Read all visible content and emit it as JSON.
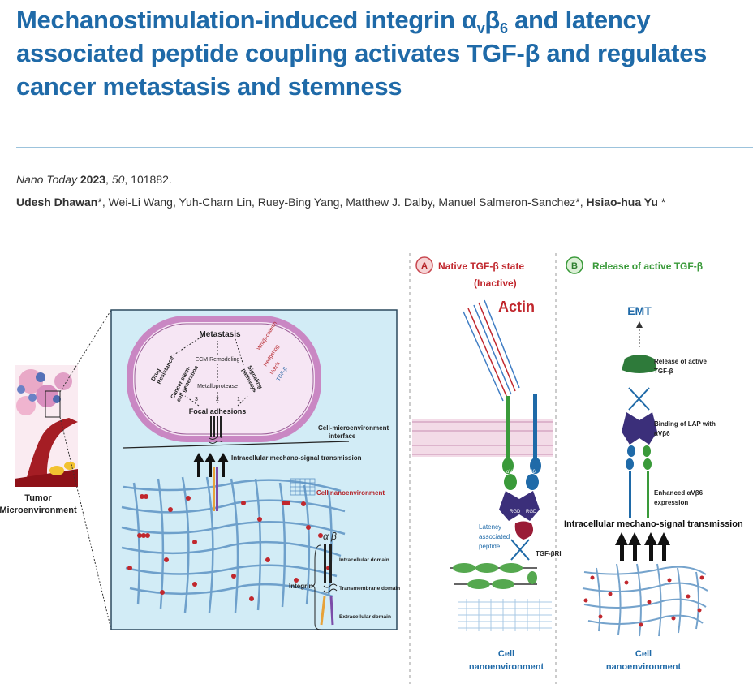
{
  "title": {
    "part1": "Mechanostimulation-induced integrin α",
    "sub_v": "v",
    "beta": "β",
    "sub_6": "6",
    "part2": " and latency associated peptide coupling activates TGF-β and regulates cancer metastasis and stemness"
  },
  "citation": {
    "journal": "Nano Today",
    "year": "2023",
    "volume": "50",
    "article": "101882."
  },
  "authors": [
    {
      "name": "Udesh Dhawan",
      "corresponding": true,
      "bold": true
    },
    {
      "name": "Wei-Li Wang",
      "corresponding": false,
      "bold": false
    },
    {
      "name": "Yuh-Charn Lin",
      "corresponding": false,
      "bold": false
    },
    {
      "name": "Ruey-Bing Yang",
      "corresponding": false,
      "bold": false
    },
    {
      "name": "Matthew J. Dalby",
      "corresponding": false,
      "bold": false
    },
    {
      "name": "Manuel Salmeron-Sanchez",
      "corresponding": true,
      "bold": false
    },
    {
      "name": "Hsiao-hua Yu",
      "corresponding": true,
      "bold": true
    }
  ],
  "figure": {
    "left_panel": {
      "tumor_label_1": "Tumor",
      "tumor_label_2": "Microenvironment",
      "metastasis": "Metastasis",
      "ecm_remodeling": "ECM Remodeling",
      "metalloprotease": "Metalloprotease",
      "drug_resistance_1": "Drug",
      "drug_resistance_2": "Resistance",
      "cancer_stem_1": "Cancer stem-",
      "cancer_stem_2": "cell generation",
      "signaling_1": "Signaling",
      "signaling_2": "pathways",
      "wnt": "Wnt/β-catenin",
      "hedgehog": "Hedgehog",
      "notch": "Notch",
      "tgfb": "TGF-β",
      "num_3": "3",
      "num_2": "2",
      "num_1": "1",
      "focal_adhesions": "Focal adhesions",
      "interface_1": "Cell-microenvironment",
      "interface_2": "interface",
      "mechano_signal": "Intracellular mechano-signal transmission",
      "cell_nanoenvironment": "Cell nanoenvironment",
      "alpha": "α",
      "beta": "β",
      "intracellular_domain": "Intracellular domain",
      "transmembrane_domain": "Transmembrane domain",
      "extracellular_domain": "Extracellular domain",
      "integrin": "Integrin"
    },
    "panel_a": {
      "badge": "A",
      "title_1": "Native TGF-β state",
      "title_2": "(Inactive)",
      "actin": "Actin",
      "av": "αV",
      "b6": "β6",
      "rgd_1": "RGD",
      "rgd_2": "RGD",
      "lap_1": "Latency",
      "lap_2": "associated",
      "lap_3": "peptide",
      "tgfbri": "TGF-βRI",
      "cell_1": "Cell",
      "cell_2": "nanoenvironment"
    },
    "panel_b": {
      "badge": "B",
      "title": "Release of active TGF-β",
      "emt": "EMT",
      "release_1": "Release of active",
      "release_2": "TGF-β",
      "binding_1": "Binding of LAP with",
      "binding_2": "αVβ6",
      "enhanced_1": "Enhanced αVβ6",
      "enhanced_2": "expression",
      "mechano_signal": "Intracellular mechano-signal transmission",
      "cell_1": "Cell",
      "cell_2": "nanoenvironment"
    }
  },
  "colors": {
    "title_blue": "#1f6aa8",
    "rule": "#9cc3dc",
    "panel_bg": "#d2ecf6",
    "cell_membrane": "#c987c3",
    "mesh_blue": "#5d93c4",
    "dot_red": "#c1272d",
    "green": "#3a9a3a",
    "purple": "#3b2f7a",
    "dark_red": "#b42025"
  }
}
